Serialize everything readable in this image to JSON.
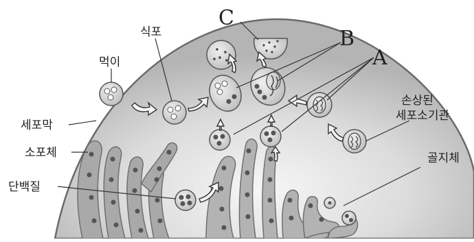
{
  "diagram": {
    "labels": {
      "food": "먹이",
      "food_vacuole": "식포",
      "cell_membrane": "세포막",
      "er": "소포체",
      "protein": "단백질",
      "damaged_organelle_line1": "손상된",
      "damaged_organelle_line2": "세포소기관",
      "golgi": "골지체"
    },
    "letters": {
      "a": "A",
      "b": "B",
      "c": "C"
    },
    "colors": {
      "cell_fill_inner": "#f3f3f3",
      "cell_fill_outer": "#b9b9b9",
      "membrane_stroke": "#6a6a6a",
      "vesicle_fill": "#d0d0d0",
      "dot_fill": "#5b5b5b",
      "er_fill": "#a7a7a7"
    }
  }
}
